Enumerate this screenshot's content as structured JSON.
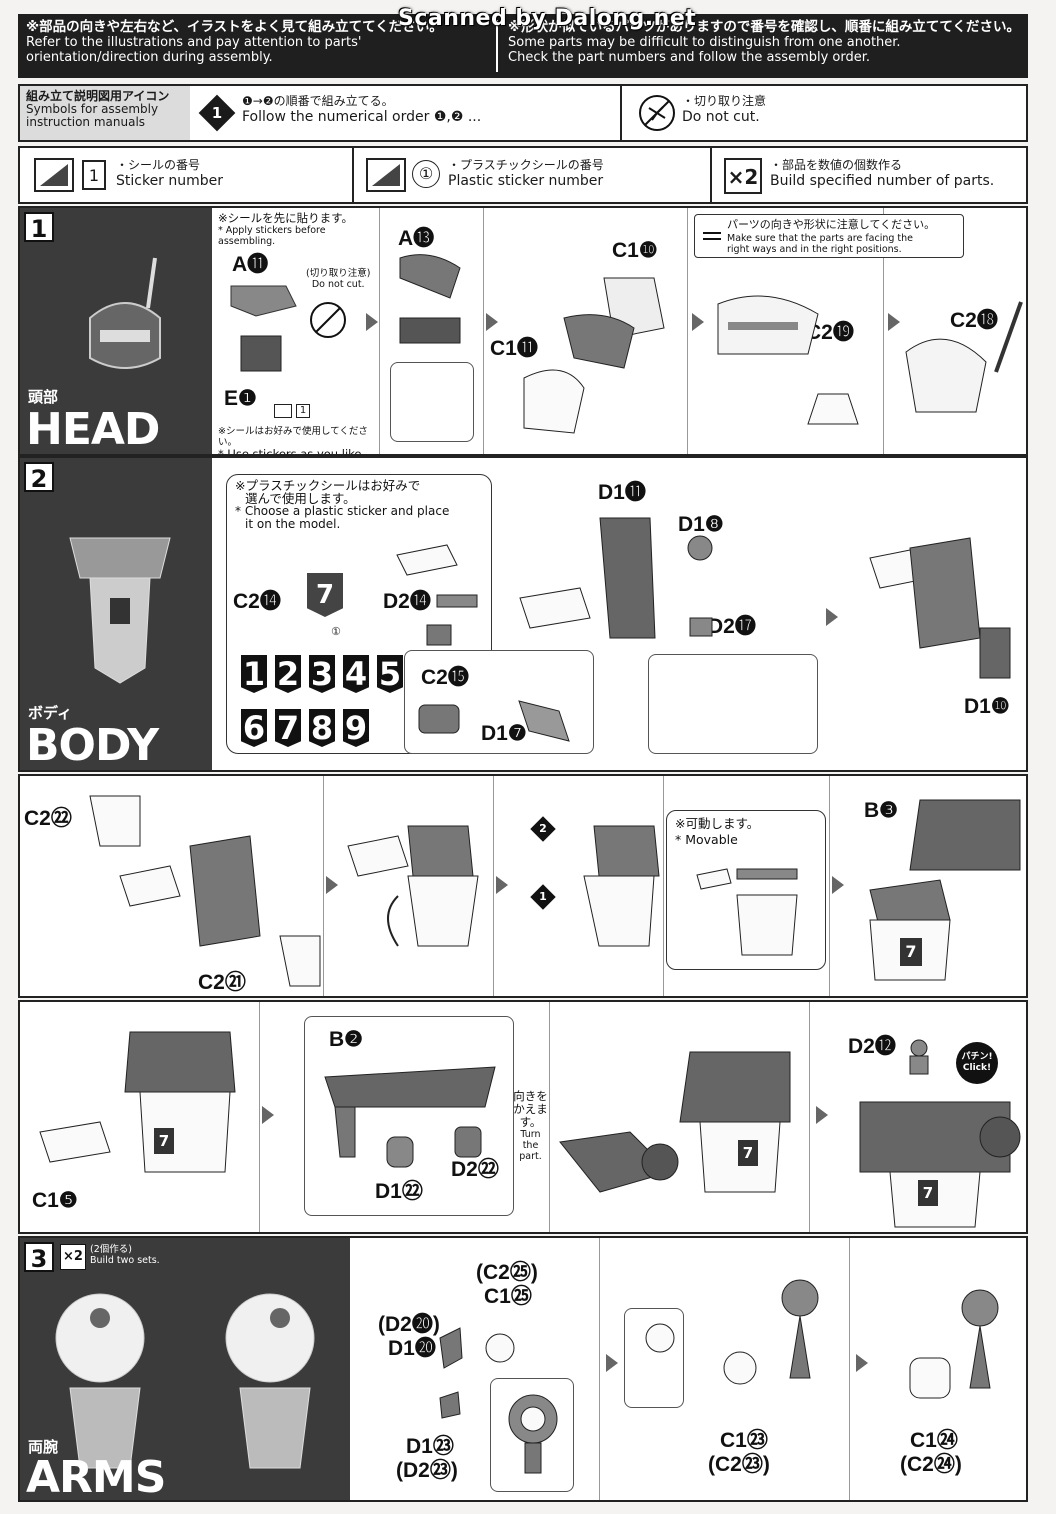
{
  "watermark": "Scanned by Dalong.net",
  "banner": {
    "left_jp": "※部品の向きや左右など、イラストをよく見て組み立ててください。",
    "left_en1": "Refer to the illustrations and pay attention to parts'",
    "left_en2": "orientation/direction during assembly.",
    "right_jp": "※形状が似ているパーツがありますので番号を確認し、順番に組み立ててください。",
    "right_en1": "Some parts may be difficult to distinguish from one another.",
    "right_en2": "Check the part numbers and follow the assembly order."
  },
  "symbols": {
    "label_jp": "組み立て説明図用アイコン",
    "label_en1": "Symbols for assembly",
    "label_en2": "instruction manuals",
    "order_jp": "❶→❷の順番で組み立てる。",
    "order_en": "Follow the numerical order ❶,❷ ...",
    "order_icon": "1",
    "nocut_jp": "・切り取り注意",
    "nocut_en": "Do not cut.",
    "sticker_jp": "・シールの番号",
    "sticker_en": "Sticker number",
    "sticker_box": "1",
    "plastic_jp": "・プラスチックシールの番号",
    "plastic_en": "Plastic sticker number",
    "plastic_box": "①",
    "multi_icon": "×2",
    "multi_jp": "・部品を数値の個数作る",
    "multi_en": "Build specified number of parts."
  },
  "step1": {
    "num": "1",
    "side_jp": "頭部",
    "side_en": "HEAD",
    "note_top_jp": "※シールを先に貼ります。",
    "note_top_en": "* Apply stickers before assembling.",
    "nocut_jp": "(切り取り注意)",
    "nocut_en": "Do not cut.",
    "note_bot_jp": "※シールはお好みで使用してください。",
    "note_bot_en": "* Use stickers as you like.",
    "sticker_box": "1",
    "parts": [
      "A⓫",
      "E❶",
      "A⓭",
      "C1⓫",
      "C1❿",
      "C2⓳",
      "C2⓲"
    ],
    "caution_jp": "パーツの向きや形状に注意してください。",
    "caution_en1": "Make sure that the parts are facing the",
    "caution_en2": "right ways and in the right positions."
  },
  "step2": {
    "num": "2",
    "side_jp": "ボディ",
    "side_en": "BODY",
    "plastic_note_jp1": "※プラスチックシールはお好みで",
    "plastic_note_jp2": "選んで使用します。",
    "plastic_note_en1": "* Choose a plastic sticker and place",
    "plastic_note_en2": "it on the model.",
    "sticker_digit": "7",
    "sticker_ref": "①",
    "digits_row1": [
      "1",
      "2",
      "3",
      "4",
      "5"
    ],
    "digits_row2": [
      "6",
      "7",
      "8",
      "9"
    ],
    "parts": [
      "C2⓮",
      "D2⓮",
      "D1⓫",
      "D1❽",
      "D2⓱",
      "C2⓯",
      "D1❼",
      "D1❿"
    ]
  },
  "step2b": {
    "parts": [
      "C2㉒",
      "C2㉑",
      "B❸"
    ],
    "order1": "1",
    "order2": "2",
    "movable_jp": "※可動します。",
    "movable_en": "* Movable",
    "digit": "7"
  },
  "step2c": {
    "parts": [
      "C1❺",
      "B❷",
      "D1㉒",
      "D2㉒",
      "D2⓬"
    ],
    "turn_jp1": "向きを",
    "turn_jp2": "かえます。",
    "turn_en": "Turn the part.",
    "click_jp": "パチン!",
    "click_en": "Click!",
    "digit": "7"
  },
  "step3": {
    "num": "3",
    "multi": "×2",
    "multi_jp": "(2個作る)",
    "multi_en": "Build two sets.",
    "side_jp": "両腕",
    "side_en": "ARMS",
    "parts_a": [
      "(C2㉕)",
      "C1㉕",
      "(D2⓴)",
      "D1⓴",
      "D1㉓",
      "(D2㉓)"
    ],
    "parts_b": [
      "C1㉓",
      "(C2㉓)"
    ],
    "parts_c": [
      "C1㉔",
      "(C2㉔)"
    ]
  }
}
